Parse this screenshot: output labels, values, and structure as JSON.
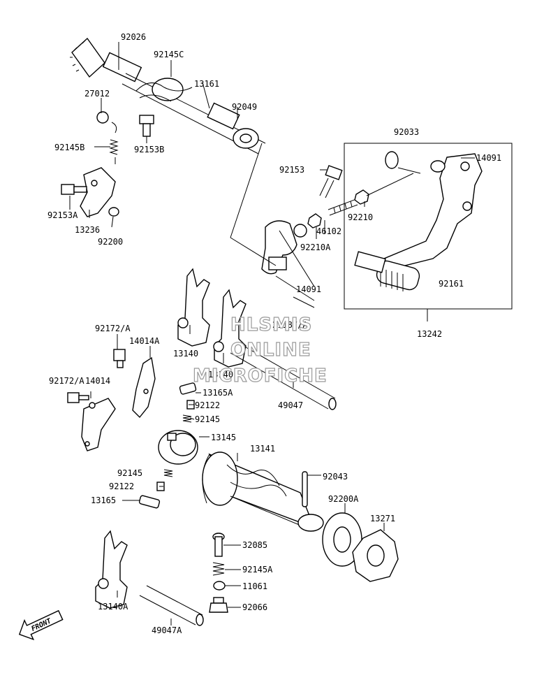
{
  "labels": {
    "l_92026": "92026",
    "l_92145C": "92145C",
    "l_13161": "13161",
    "l_92049": "92049",
    "l_27012": "27012",
    "l_92145B": "92145B",
    "l_92153B": "92153B",
    "l_92033": "92033",
    "l_14091_top": "14091",
    "l_92153": "92153",
    "l_92210": "92210",
    "l_46102": "46102",
    "l_92210A": "92210A",
    "l_92153A": "92153A",
    "l_13236": "13236",
    "l_92200": "92200",
    "l_14091": "14091",
    "l_92161": "92161",
    "l_92172A_1": "92172/A",
    "l_14014A": "14014A",
    "l_13140": "13140",
    "l_13140_2": "13140",
    "l_13165A": "13165A",
    "l_92122_1": "92122",
    "l_92145_1": "92145",
    "l_49047": "49047",
    "l_13242": "13242",
    "l_92172A_2": "92172/A",
    "l_14014": "14014",
    "l_13145": "13145",
    "l_13141": "13141",
    "l_92043": "92043",
    "l_92145_2": "92145",
    "l_92122_2": "92122",
    "l_13165": "13165",
    "l_92200A": "92200A",
    "l_13271": "13271",
    "l_32085": "32085",
    "l_92145A": "92145A",
    "l_11061": "11061",
    "l_92066": "92066",
    "l_13140A": "13140A",
    "l_49047A": "49047A",
    "l_overlap": "21187/A",
    "front": "FRONT"
  },
  "watermark": {
    "line1": "HLSMIS",
    "line2": "ONLINE",
    "line3": "MICROFICHE"
  }
}
